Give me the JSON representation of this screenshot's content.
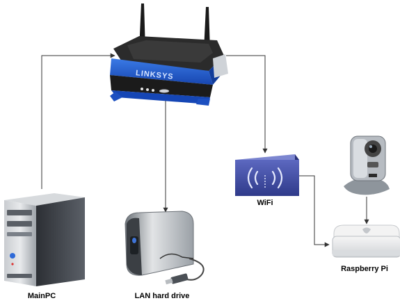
{
  "router": {
    "brand": "LINKSYS"
  },
  "nodes": {
    "main_pc": {
      "label": "MainPC"
    },
    "lan_drive": {
      "label": "LAN hard drive"
    },
    "wifi": {
      "label": "WiFi"
    },
    "raspberry_pi": {
      "label": "Raspberry Pi"
    }
  },
  "colors": {
    "router_blue": "#1f57c8",
    "router_black": "#1a1a1a",
    "wifi_box": "#4a56a8",
    "connector_line": "#333333"
  }
}
